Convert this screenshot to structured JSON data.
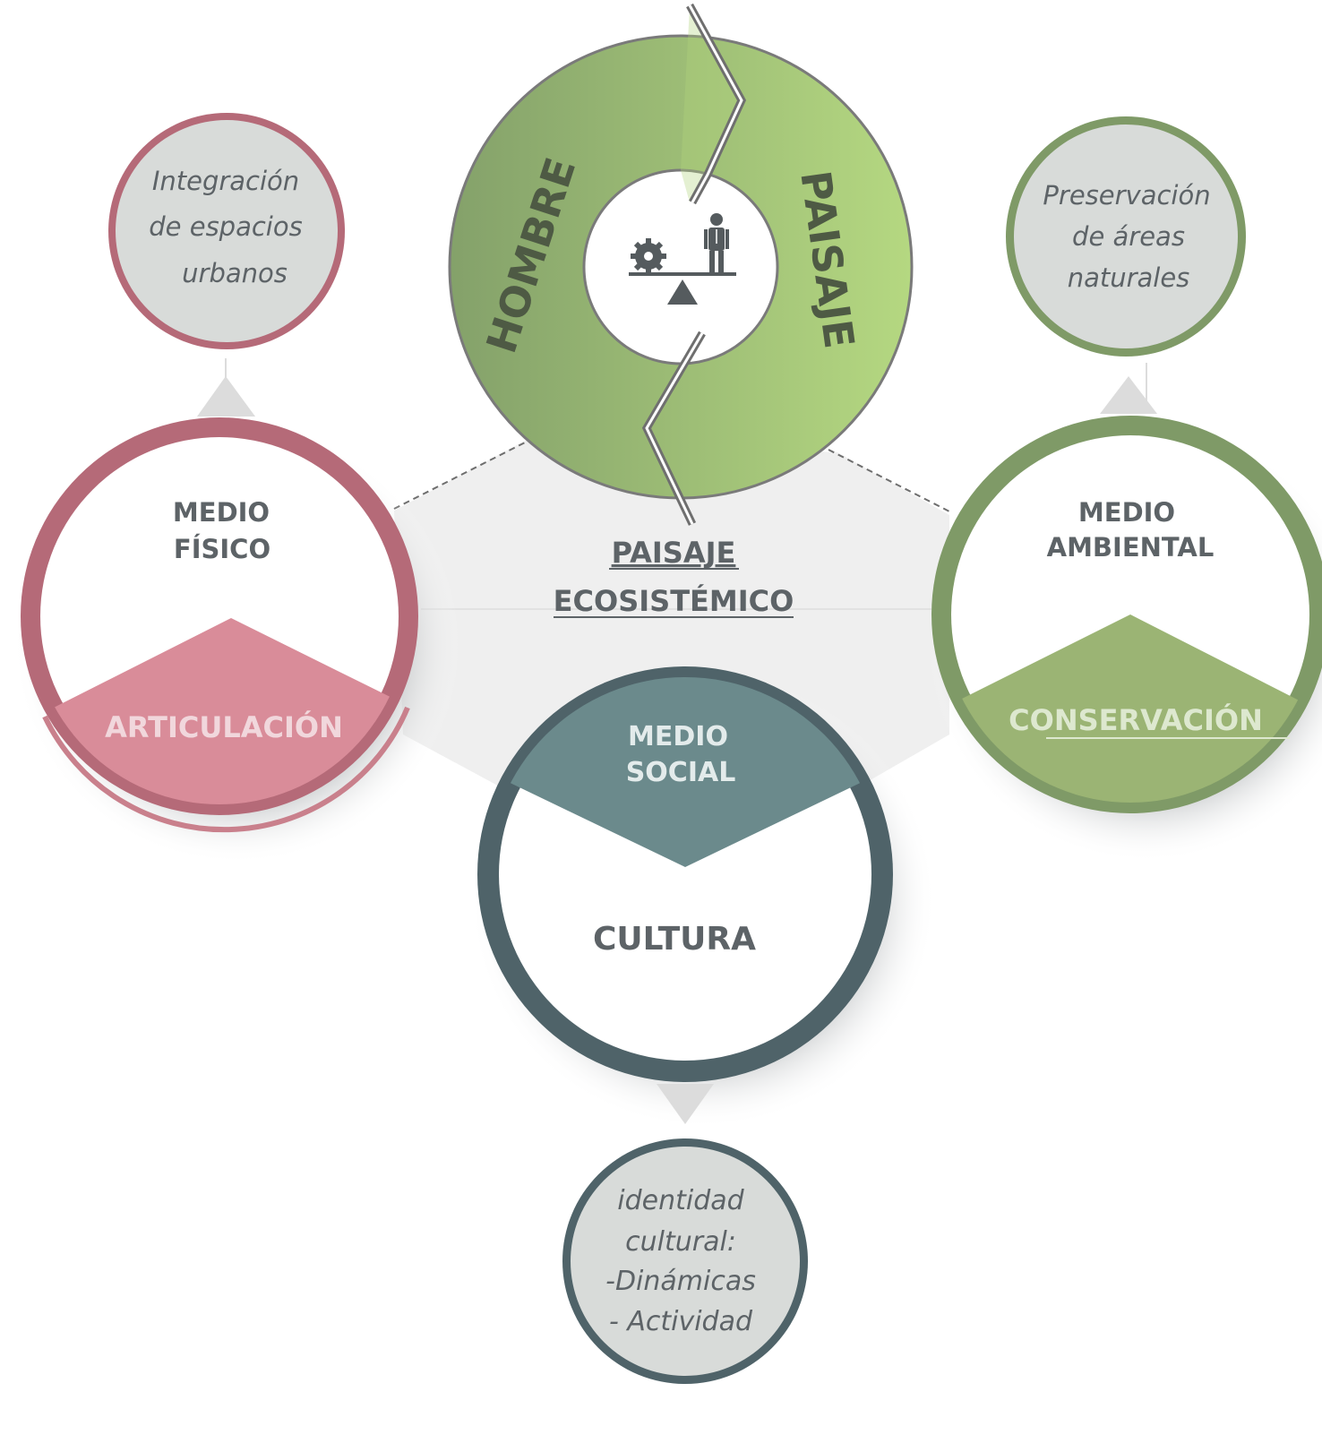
{
  "center": {
    "title_line1": "PAISAJE",
    "title_line2": "ECOSISTÉMICO"
  },
  "cycle": {
    "left_label": "HOMBRE",
    "right_label": "PAISAJE",
    "icon": "balance-scale-gear-person-icon"
  },
  "medio_fisico": {
    "title_line1": "MEDIO",
    "title_line2": "FÍSICO",
    "band_label": "ARTICULACIÓN",
    "note_lines": [
      "Integración",
      "de espacios",
      "urbanos"
    ]
  },
  "medio_ambiental": {
    "title_line1": "MEDIO",
    "title_line2": "AMBIENTAL",
    "band_label": "CONSERVACIÓN",
    "note_lines": [
      "Preservación",
      "de áreas",
      "naturales"
    ]
  },
  "medio_social": {
    "title_line1": "MEDIO",
    "title_line2": "SOCIAL",
    "core_label": "CULTURA",
    "note_lines": [
      "identidad",
      "cultural:",
      "-Dinámicas",
      "- Actividad"
    ]
  },
  "colors": {
    "fisico_ring": "#b56a78",
    "fisico_band": "#d98c99",
    "ambiental_ring": "#7f9a67",
    "ambiental_band": "#9bb474",
    "social_ring": "#4f6369",
    "social_band": "#6b8a8c",
    "note_fill": "#d8dbd9",
    "cycle_dark": "#86a56b",
    "cycle_light": "#b2d47f",
    "text_gray": "#5d6367"
  }
}
